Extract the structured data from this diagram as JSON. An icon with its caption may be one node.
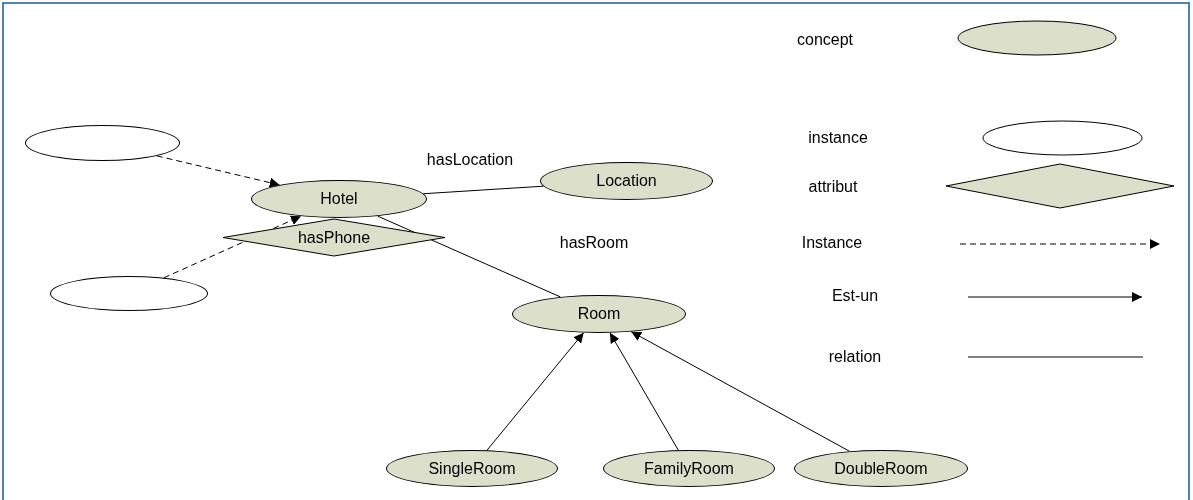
{
  "diagram": {
    "nodes": [
      {
        "text": [],
        "shape": "ellipse"
      },
      {
        "text": [
          "Hotel"
        ]
      },
      {
        "text": [
          "hasPhone"
        ]
      },
      {
        "text": [
          "Location"
        ]
      },
      {
        "text": [],
        "shape": "ellipse"
      },
      {
        "text": [
          "Room"
        ]
      },
      {
        "text": [
          "SingleRoom"
        ]
      },
      {
        "text": [
          "FamilyRoom"
        ]
      },
      {
        "text": [
          "DoubleRoom"
        ]
      }
    ],
    "edges": [
      {
        "from": 0,
        "to": 1,
        "arrow": "to",
        "style": "dashed"
      },
      {
        "from": 4,
        "to": 1,
        "arrow": "to",
        "style": "dashed"
      },
      {
        "from": 1,
        "to": 3,
        "arrow": "none",
        "label": "hasLocation"
      },
      {
        "from": 1,
        "to": 5,
        "arrow": "none",
        "label": "hasRoom"
      },
      {
        "from": 6,
        "to": 5,
        "arrow": "to"
      },
      {
        "from": 7,
        "to": 5,
        "arrow": "to"
      },
      {
        "from": 8,
        "to": 5,
        "arrow": "to"
      }
    ],
    "legend": [
      {
        "text": "concept"
      },
      {
        "text": "instance"
      },
      {
        "text": "attribut"
      },
      {
        "text": "Instance"
      },
      {
        "text": "Est-un"
      },
      {
        "text": "relation"
      }
    ]
  }
}
